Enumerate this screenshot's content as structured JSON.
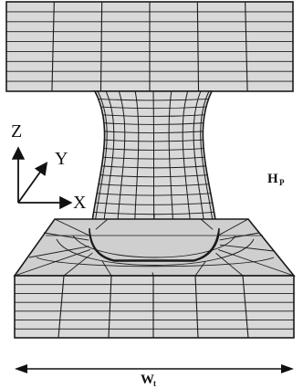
{
  "axes": {
    "z": "Z",
    "y": "Y",
    "x": "X"
  },
  "labels": {
    "height_main": "H",
    "height_sub": "P",
    "width_main": "W",
    "width_sub": "t"
  },
  "colors": {
    "mesh_fill": "#d9d9d9",
    "mesh_top_face": "#cfcfcf",
    "line": "#1a1a1a",
    "background": "#ffffff"
  }
}
